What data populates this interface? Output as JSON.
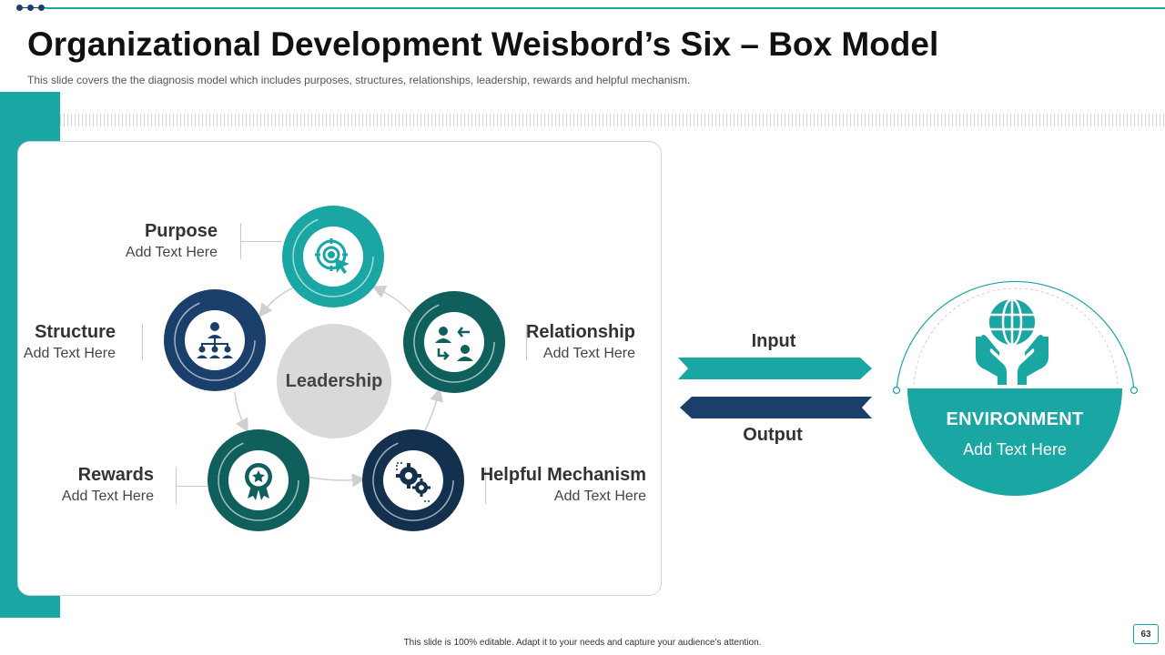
{
  "title": "Organizational Development Weisbord’s Six – Box Model",
  "subtitle": "This slide covers the the diagnosis model which includes purposes, structures, relationships, leadership, rewards and helpful mechanism.",
  "center": {
    "label": "Leadership"
  },
  "nodes": [
    {
      "heading": "Purpose",
      "text": "Add Text Here",
      "icon": "target-icon",
      "color": "#1aa6a3"
    },
    {
      "heading": "Structure",
      "text": "Add Text Here",
      "icon": "org-chart-icon",
      "color": "#1b3f6b"
    },
    {
      "heading": "Relationship",
      "text": "Add Text Here",
      "icon": "exchange-people-icon",
      "color": "#0f5f5d"
    },
    {
      "heading": "Rewards",
      "text": "Add Text Here",
      "icon": "award-badge-icon",
      "color": "#0f5f5d"
    },
    {
      "heading": "Helpful Mechanism",
      "text": "Add Text Here",
      "icon": "gears-icon",
      "color": "#13314f"
    }
  ],
  "flow": {
    "input_label": "Input",
    "output_label": "Output"
  },
  "environment": {
    "title": "ENVIRONMENT",
    "text": "Add Text Here",
    "icon": "globe-hands-icon",
    "color": "#1aa6a3"
  },
  "footer": "This slide is 100% editable. Adapt it to your needs and capture your audience’s attention.",
  "page_number": "63",
  "colors": {
    "teal": "#1aa6a3",
    "navy": "#1b3f6b",
    "dark_teal": "#0f5f5d",
    "dark_navy": "#13314f",
    "grey": "#d9d9d9"
  }
}
